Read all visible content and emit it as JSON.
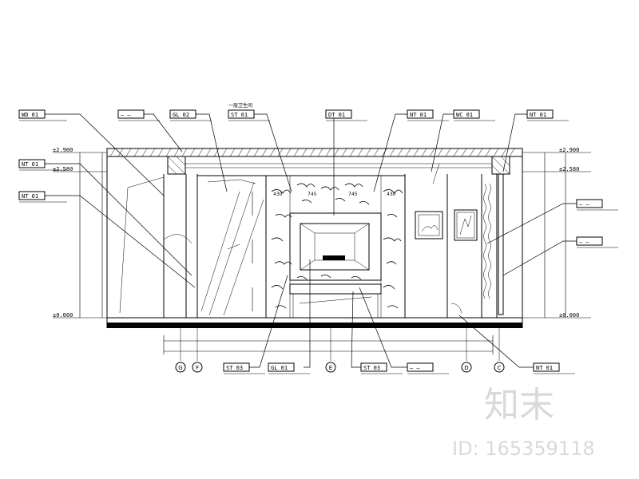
{
  "top_tags": [
    "WD 01",
    "— —",
    "GL 02",
    "ST 01",
    "DT 01",
    "NT 01",
    "WC 01",
    "NT 01"
  ],
  "top_tag_note": "一层卫生间",
  "left_tags": [
    "NT 01",
    "NT 01"
  ],
  "right_tags": [
    "— —",
    "— —"
  ],
  "bottom_tags": [
    "ST 03",
    "GL 01",
    "ST 03",
    "— —",
    "NT 01"
  ],
  "levels_left": [
    "±2.900",
    "±2.580",
    "±0.000"
  ],
  "levels_right": [
    "±2.900",
    "±2.580",
    "±0.000"
  ],
  "panel_dims_top": [
    "430",
    "745",
    "745",
    "430"
  ],
  "axis_labels": [
    "G",
    "F",
    "E",
    "D",
    "C"
  ],
  "watermark": {
    "logo": "知末",
    "id": "ID: 165359118"
  },
  "colors": {
    "line": "#000000",
    "watermark": "#d9d9d9"
  }
}
